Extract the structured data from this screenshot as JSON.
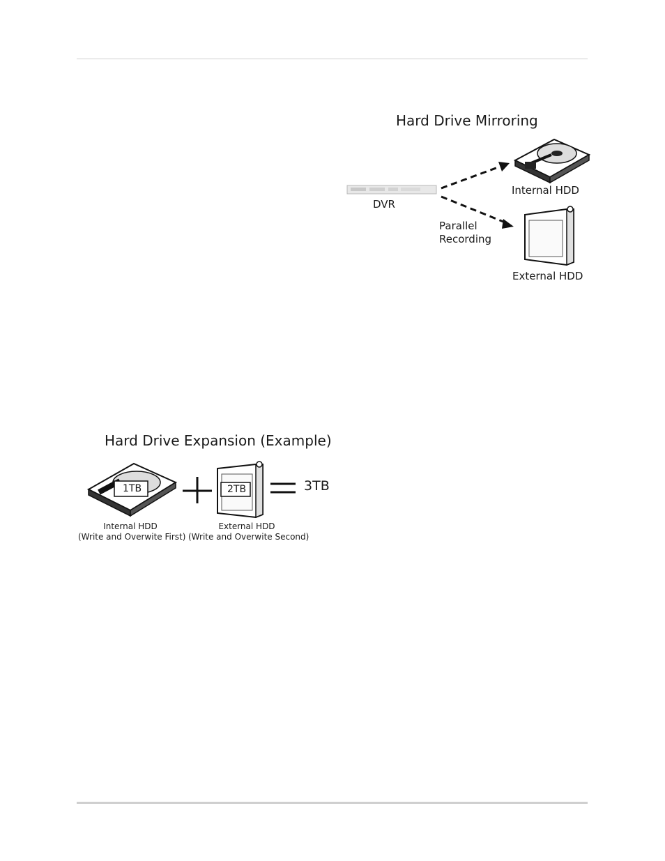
{
  "mirroring": {
    "title": "Hard Drive Mirroring",
    "dvr_label": "DVR",
    "internal_label": "Internal HDD",
    "external_label": "External HDD",
    "parallel_line1": "Parallel",
    "parallel_line2": "Recording"
  },
  "expansion": {
    "title": "Hard Drive Expansion (Example)",
    "internal_capacity": "1TB",
    "external_capacity": "2TB",
    "total": "3TB",
    "internal_label": "Internal HDD",
    "internal_note": "(Write and Overwite First)",
    "external_label": "External HDD",
    "external_note": "(Write and Overwite Second)"
  },
  "icons": {
    "internal_hdd": "hard-disk-drive-icon",
    "external_hdd": "external-drive-icon",
    "dvr": "dvr-unit-icon",
    "plus": "plus-icon",
    "equals": "equals-icon"
  }
}
